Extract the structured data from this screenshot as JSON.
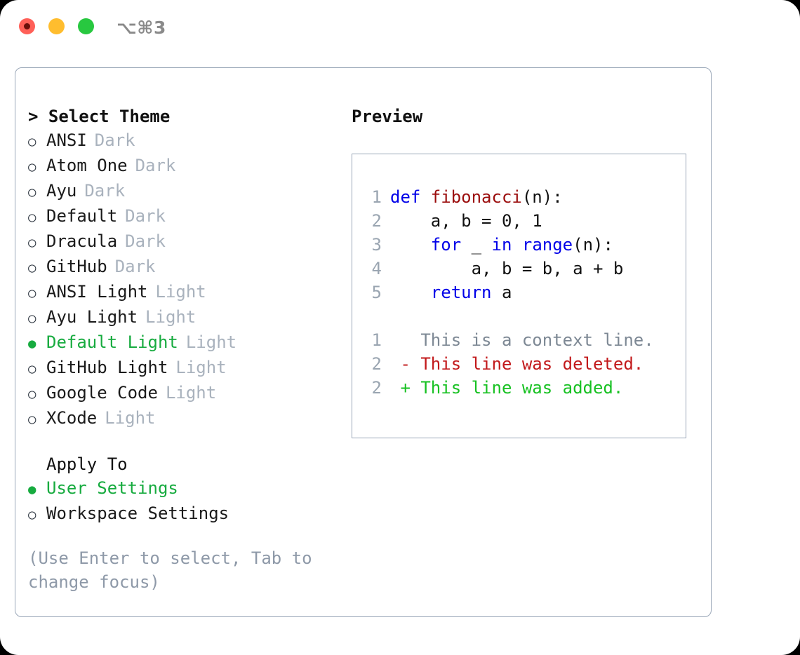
{
  "window": {
    "shortcut": "⌥⌘3",
    "traffic_lights": [
      {
        "name": "close",
        "color": "#ff6058"
      },
      {
        "name": "minimize",
        "color": "#ffbd2e"
      },
      {
        "name": "maximize",
        "color": "#28c840"
      }
    ]
  },
  "theme_list": {
    "header": "Select Theme",
    "caret": ">",
    "marker_unselected": "○",
    "marker_selected": "●",
    "items": [
      {
        "label": "ANSI",
        "tag": "Dark",
        "selected": false
      },
      {
        "label": "Atom One",
        "tag": "Dark",
        "selected": false
      },
      {
        "label": "Ayu",
        "tag": "Dark",
        "selected": false
      },
      {
        "label": "Default",
        "tag": "Dark",
        "selected": false
      },
      {
        "label": "Dracula",
        "tag": "Dark",
        "selected": false
      },
      {
        "label": "GitHub",
        "tag": "Dark",
        "selected": false
      },
      {
        "label": "ANSI Light",
        "tag": "Light",
        "selected": false
      },
      {
        "label": "Ayu Light",
        "tag": "Light",
        "selected": false
      },
      {
        "label": "Default Light",
        "tag": "Light",
        "selected": true
      },
      {
        "label": "GitHub Light",
        "tag": "Light",
        "selected": false
      },
      {
        "label": "Google Code",
        "tag": "Light",
        "selected": false
      },
      {
        "label": "XCode",
        "tag": "Light",
        "selected": false
      }
    ]
  },
  "apply_to": {
    "header": "Apply To",
    "items": [
      {
        "label": "User Settings",
        "selected": true
      },
      {
        "label": "Workspace Settings",
        "selected": false
      }
    ]
  },
  "hint": "(Use Enter to select, Tab to change focus)",
  "preview": {
    "header": "Preview",
    "code_lines": [
      {
        "no": "1",
        "tokens": [
          {
            "t": "def ",
            "c": "kw"
          },
          {
            "t": "fibonacci",
            "c": "fn"
          },
          {
            "t": "(n):",
            "c": "txt"
          }
        ]
      },
      {
        "no": "2",
        "tokens": [
          {
            "t": "    a, b = 0, 1",
            "c": "txt"
          }
        ]
      },
      {
        "no": "3",
        "tokens": [
          {
            "t": "    ",
            "c": "txt"
          },
          {
            "t": "for",
            "c": "kw"
          },
          {
            "t": " _ ",
            "c": "txt"
          },
          {
            "t": "in ",
            "c": "kw"
          },
          {
            "t": "range",
            "c": "kw"
          },
          {
            "t": "(n):",
            "c": "txt"
          }
        ]
      },
      {
        "no": "4",
        "tokens": [
          {
            "t": "        a, b = b, a + b",
            "c": "txt"
          }
        ]
      },
      {
        "no": "5",
        "tokens": [
          {
            "t": "    ",
            "c": "txt"
          },
          {
            "t": "return",
            "c": "kw"
          },
          {
            "t": " a",
            "c": "txt"
          }
        ]
      }
    ],
    "diff_lines": [
      {
        "no": "1",
        "tokens": [
          {
            "t": "   This is a context line.",
            "c": "ctx"
          }
        ]
      },
      {
        "no": "2",
        "tokens": [
          {
            "t": " - This line was deleted.",
            "c": "del"
          }
        ]
      },
      {
        "no": "2",
        "tokens": [
          {
            "t": " + This line was added.",
            "c": "add"
          }
        ]
      }
    ]
  },
  "colors": {
    "accent_green": "#17ab3f",
    "tag_gray": "#a9b2bd",
    "hint_gray": "#8e99a8",
    "border": "#9aa7b8",
    "keyword_blue": "#0000e8",
    "function_red": "#9b0d0d",
    "diff_delete": "#c2191b",
    "diff_add": "#17c122",
    "lineno_gray": "#9aa5b1"
  }
}
